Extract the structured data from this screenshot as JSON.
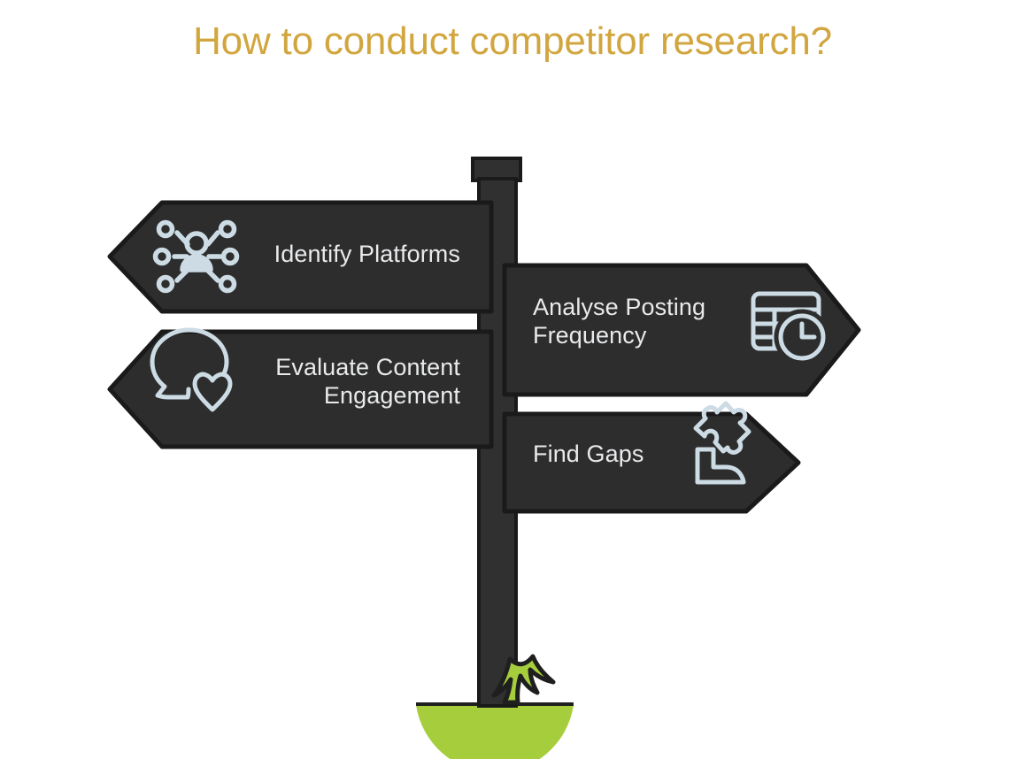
{
  "page": {
    "title": "How to conduct competitor research?",
    "background_color": "#ffffff"
  },
  "theme": {
    "title_color": "#d2a63f",
    "sign_fill": "#2d2d2d",
    "sign_stroke": "#1a1a1a",
    "sign_text_color": "#e9eaec",
    "post_color": "#303030",
    "post_stroke": "#1a1a1a",
    "icon_color": "#ccdbe4",
    "grass_color": "#a6ce3c",
    "grass_tuft_color": "#1f1f1f"
  },
  "signpost": {
    "post": {
      "name": "signpost-post",
      "cap_label": "post-cap"
    },
    "ground": {
      "name": "grass-mound",
      "label": "grass"
    },
    "signs": [
      {
        "id": "identify-platforms",
        "label": "Identify Platforms",
        "direction": "left",
        "icon": "network-person-icon",
        "icon_side": "left",
        "text_align": "right"
      },
      {
        "id": "analyse-posting-frequency",
        "label": "Analyse Posting\nFrequency",
        "direction": "right",
        "icon": "calendar-clock-icon",
        "icon_side": "right",
        "text_align": "left"
      },
      {
        "id": "evaluate-content-engagement",
        "label": "Evaluate Content\nEngagement",
        "direction": "left",
        "icon": "speech-bubble-heart-icon",
        "icon_side": "left",
        "text_align": "right"
      },
      {
        "id": "find-gaps",
        "label": "Find Gaps",
        "direction": "right",
        "icon": "puzzle-hand-icon",
        "icon_side": "right",
        "text_align": "left"
      }
    ]
  }
}
